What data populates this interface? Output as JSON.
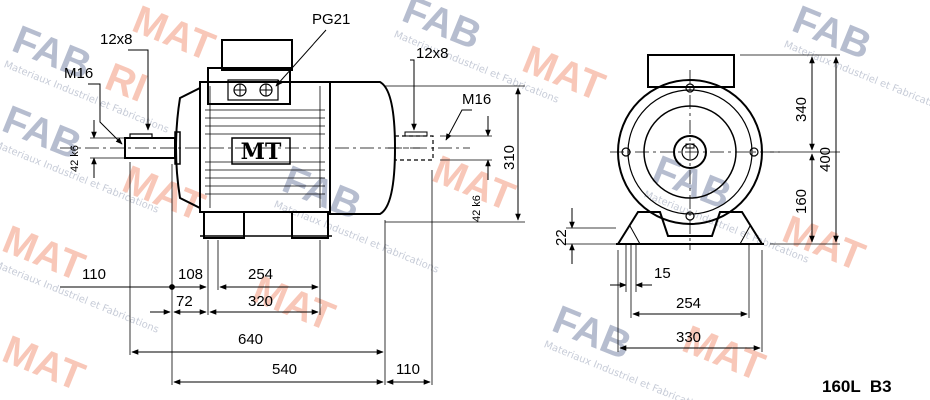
{
  "drawing": {
    "model_label": "160L  B3",
    "logo_text": "MT",
    "colors": {
      "line": "#000000",
      "watermark_blue": "#7a87a8",
      "watermark_red": "#f29a7f"
    }
  },
  "side_view": {
    "cable_gland": "PG21",
    "shaft_key_left": "12x8",
    "shaft_thread_left": "M16",
    "shaft_dia_left": "42 k6",
    "dims": {
      "d110": "110",
      "d108": "108",
      "d254": "254",
      "d72": "72",
      "d320": "320",
      "d640": "640",
      "d540": "540",
      "d110b": "110"
    }
  },
  "shaft_detail": {
    "key": "12x8",
    "thread": "M16",
    "shaft_dia": "42 k6",
    "height": "310"
  },
  "front_view": {
    "dims": {
      "d340": "340",
      "d400": "400",
      "d160": "160",
      "d22": "22",
      "d15": "15",
      "d254": "254",
      "d330": "330"
    }
  },
  "watermark": {
    "brand_fab": "FAB",
    "brand_ri": "RI",
    "brand_mat": "MAT",
    "tagline": "Materiaux Industriel et Fabrications"
  }
}
